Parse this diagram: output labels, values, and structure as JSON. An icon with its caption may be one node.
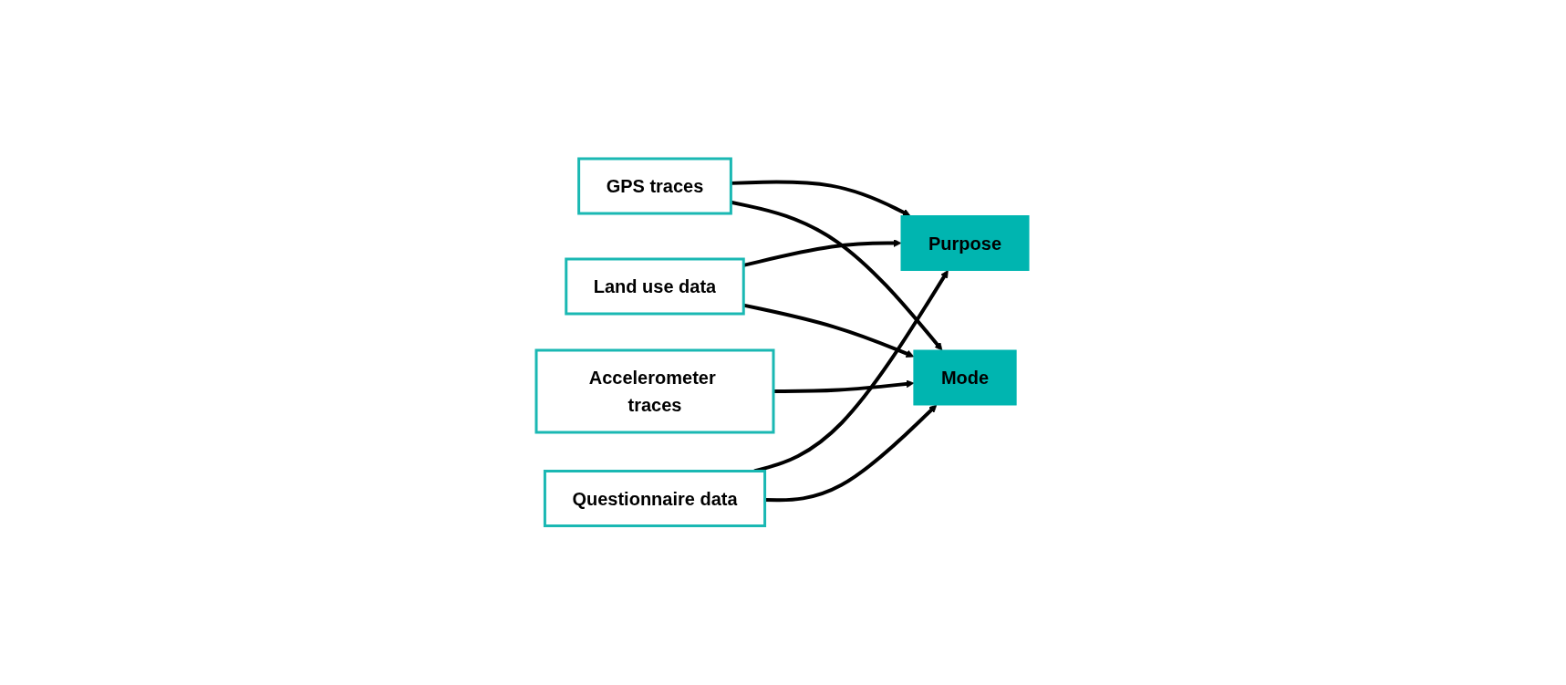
{
  "diagram": {
    "nodes": [
      {
        "text": [
          "Purpose"
        ]
      },
      {
        "text": [
          "GPS traces"
        ]
      },
      {
        "text": [
          "Accelerometer traces"
        ]
      },
      {
        "text": [
          "Land use data"
        ]
      },
      {
        "text": [
          "Questionnaire data"
        ]
      },
      {
        "text": [
          "Mode"
        ]
      }
    ],
    "edges": [
      {
        "from": 1,
        "to": 0,
        "arrow": "to"
      },
      {
        "from": 1,
        "to": 5,
        "arrow": "to"
      },
      {
        "from": 2,
        "to": 5,
        "arrow": "to"
      },
      {
        "from": 3,
        "to": 0,
        "arrow": "to"
      },
      {
        "from": 3,
        "to": 5,
        "arrow": "to"
      },
      {
        "from": 4,
        "to": 0,
        "arrow": "to"
      },
      {
        "from": 4,
        "to": 5,
        "arrow": "to"
      }
    ]
  }
}
